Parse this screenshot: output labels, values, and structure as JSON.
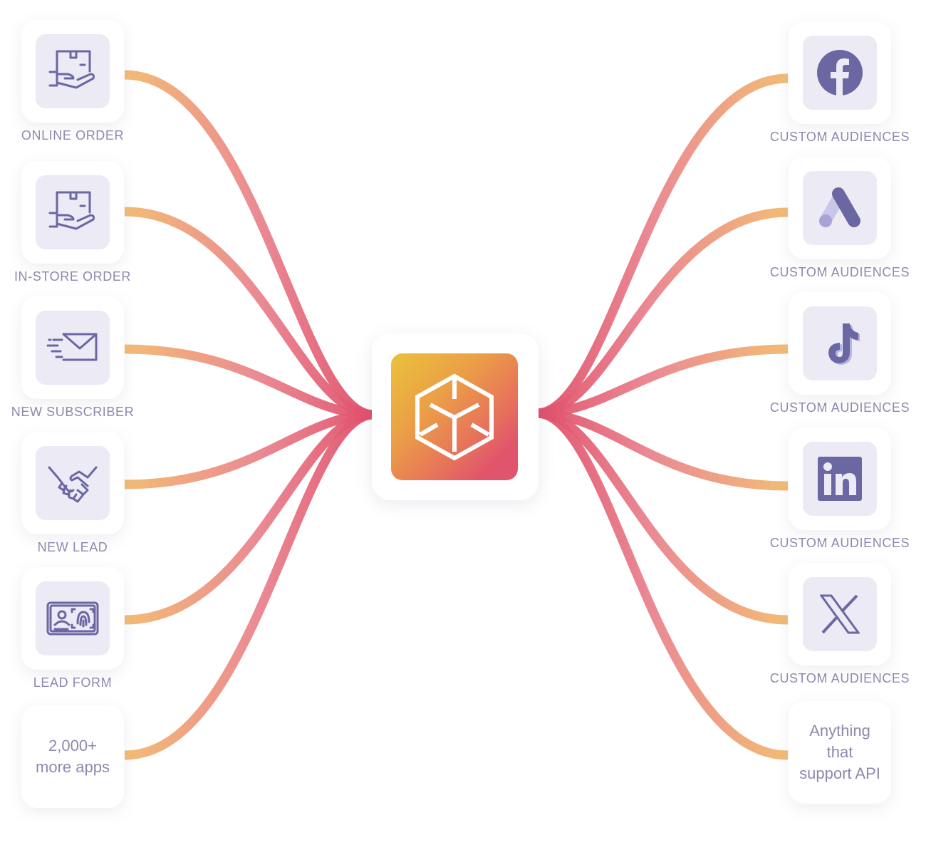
{
  "hub": {
    "name": "central-hub",
    "gradient": [
      "#e9c23c",
      "#e0546c"
    ]
  },
  "colors": {
    "wire_end": "#f2b96d",
    "wire_mid": "#e9838e",
    "wire_hub": "#e04f6a",
    "label": "#8e89ad",
    "icon": "#6b67a3",
    "icon_bg": "#ebeaf5"
  },
  "sources": [
    {
      "label": "ONLINE ORDER",
      "icon": "hand-package-icon"
    },
    {
      "label": "IN-STORE ORDER",
      "icon": "hand-package-icon"
    },
    {
      "label": "NEW SUBSCRIBER",
      "icon": "fast-mail-icon"
    },
    {
      "label": "NEW LEAD",
      "icon": "handshake-icon"
    },
    {
      "label": "LEAD FORM",
      "icon": "id-fingerprint-icon"
    }
  ],
  "sources_more": {
    "line1": "2,000+",
    "line2": "more apps"
  },
  "destinations": [
    {
      "label": "CUSTOM AUDIENCES",
      "icon": "facebook-icon"
    },
    {
      "label": "CUSTOM AUDIENCES",
      "icon": "google-ads-icon"
    },
    {
      "label": "CUSTOM AUDIENCES",
      "icon": "tiktok-icon"
    },
    {
      "label": "CUSTOM AUDIENCES",
      "icon": "linkedin-icon"
    },
    {
      "label": "CUSTOM AUDIENCES",
      "icon": "x-icon"
    }
  ],
  "destinations_more": {
    "line1": "Anything",
    "line2": "that",
    "line3": "support API"
  }
}
